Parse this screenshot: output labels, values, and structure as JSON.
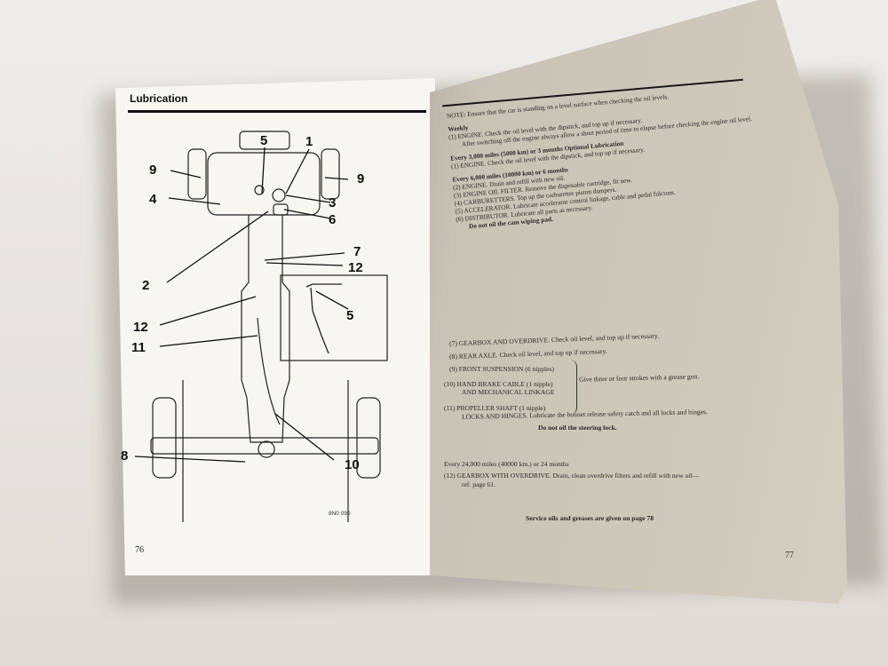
{
  "left_page": {
    "heading": "Lubrication",
    "page_number": "76",
    "drawing_code": "8N0 090",
    "callouts": [
      "5",
      "1",
      "9",
      "3",
      "4",
      "9",
      "6",
      "7",
      "12",
      "2",
      "5",
      "12",
      "11",
      "8",
      "10"
    ]
  },
  "right_page": {
    "page_number": "77",
    "note": "NOTE: Ensure that the car is standing on a level surface when checking the oil levels.",
    "weekly_heading": "Weekly",
    "weekly_item": "(1) ENGINE. Check the oil level with the dipstick, and top up if necessary.",
    "weekly_sub": "After switching off the engine always allow a short period of time to elapse before checking the engine oil level.",
    "every3000_heading": "Every 3,000 miles (5000 km) or 3 months Optional Lubrication",
    "every3000_item": "(1) ENGINE. Check the oil level with the dipstick, and top up if necessary.",
    "every6000_heading": "Every 6,000 miles (10000 km) or 6 months",
    "items6000": [
      "(2) ENGINE. Drain and refill with new oil.",
      "(3) ENGINE OIL FILTER. Remove the disposable cartridge, fit new.",
      "(4) CARBURETTERS. Top up the carburetter piston dampers.",
      "(5) ACCELERATOR. Lubricate accelerator control linkage, cable and pedal fulcrum.",
      "(6) DISTRIBUTOR. Lubricate all parts as necessary.",
      "Do not oil the cam wiping pad."
    ],
    "gearbox": "(7) GEARBOX AND OVERDRIVE. Check oil level, and top up if necessary.",
    "rear_axle": "(8) REAR AXLE. Check oil level, and top up if necessary.",
    "front_suspension": "(9) FRONT SUSPENSION (6 nipples)",
    "hand_brake": "(10) HAND BRAKE CABLE (1 nipple)",
    "hand_brake_2": "AND MECHANICAL LINKAGE",
    "brace_note": "Give three or four strokes with a grease gun.",
    "propeller": "(11) PROPELLER SHAFT (1 nipple)",
    "locks": "LOCKS AND HINGES. Lubricate the bonnet release safety catch and all locks and hinges.",
    "locks_note": "Do not oil the steering lock.",
    "every24000_heading": "Every 24,000 miles (40000 km.) or 24 months",
    "gearbox24": "(12) GEARBOX WITH OVERDRIVE. Drain, clean overdrive filters and refill with new oil—",
    "gearbox24_ref": "ref. page 61.",
    "footer": "Service oils and greases are given on page 78"
  }
}
